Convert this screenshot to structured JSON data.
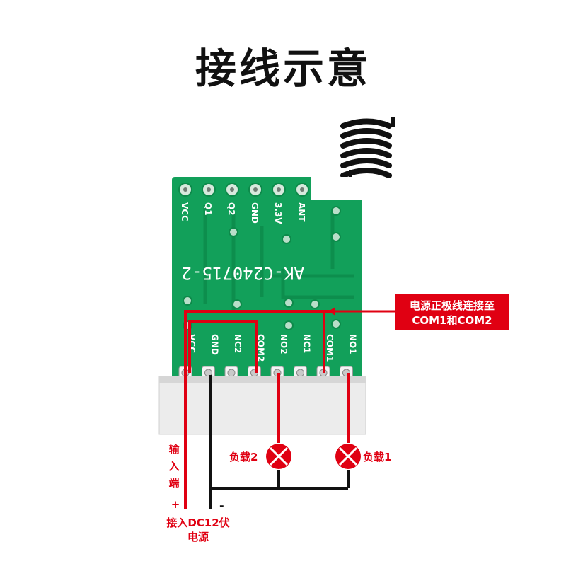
{
  "title": "接线示意",
  "board": {
    "model": "AK-C240715-2",
    "top_pins": [
      "VCC",
      "Q1",
      "Q2",
      "GND",
      "3.3V",
      "ANT"
    ],
    "bottom_pins": [
      "VCC",
      "GND",
      "NC2",
      "COM2",
      "NO2",
      "NC1",
      "COM1",
      "NO1"
    ]
  },
  "callout": {
    "line1": "电源正极线连接至",
    "line2": "COM1和COM2"
  },
  "loads": {
    "load2": "负载2",
    "load1": "负载1"
  },
  "input": {
    "chars": [
      "输",
      "入",
      "端"
    ],
    "plus": "+",
    "minus": "-",
    "line1": "接入DC12伏",
    "line2": "电源"
  },
  "colors": {
    "board": "#12a05a",
    "wire_positive": "#e00012",
    "wire_negative": "#111111",
    "callout_bg": "#e00012"
  }
}
